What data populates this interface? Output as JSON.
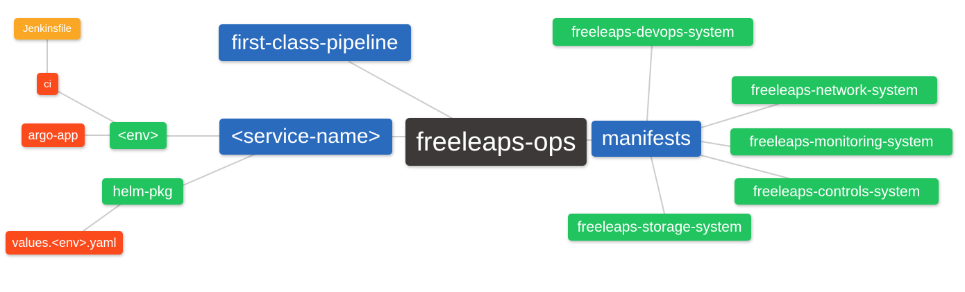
{
  "diagram": {
    "type": "mindmap",
    "root": "freeleaps-ops"
  },
  "colors": {
    "blue": "#2A6BBE",
    "green": "#21C45F",
    "red": "#FB4B1D",
    "amber": "#F9A724",
    "dark": "#3D3939",
    "edge": "#CCCCCC",
    "text": "#FFFFFF",
    "background": "#FFFFFF"
  },
  "nodes": {
    "freeleaps_ops": {
      "label": "freeleaps-ops"
    },
    "first_class_pipeline": {
      "label": "first-class-pipeline"
    },
    "service_name": {
      "label": "<service-name>"
    },
    "manifests": {
      "label": "manifests"
    },
    "env": {
      "label": "<env>"
    },
    "helm_pkg": {
      "label": "helm-pkg"
    },
    "ci": {
      "label": "ci"
    },
    "argo_app": {
      "label": "argo-app"
    },
    "jenkinsfile": {
      "label": "Jenkinsfile"
    },
    "values_env_yaml": {
      "label": "values.<env>.yaml"
    },
    "devops_system": {
      "label": "freeleaps-devops-system"
    },
    "network_system": {
      "label": "freeleaps-network-system"
    },
    "monitoring_system": {
      "label": "freeleaps-monitoring-system"
    },
    "controls_system": {
      "label": "freeleaps-controls-system"
    },
    "storage_system": {
      "label": "freeleaps-storage-system"
    }
  },
  "edges": [
    {
      "from": "ci",
      "to": "jenkinsfile"
    },
    {
      "from": "env",
      "to": "ci"
    },
    {
      "from": "env",
      "to": "argo_app"
    },
    {
      "from": "service_name",
      "to": "env"
    },
    {
      "from": "service_name",
      "to": "helm_pkg"
    },
    {
      "from": "helm_pkg",
      "to": "values_env_yaml"
    },
    {
      "from": "freeleaps_ops",
      "to": "first_class_pipeline"
    },
    {
      "from": "freeleaps_ops",
      "to": "service_name"
    },
    {
      "from": "freeleaps_ops",
      "to": "manifests"
    },
    {
      "from": "manifests",
      "to": "devops_system"
    },
    {
      "from": "manifests",
      "to": "network_system"
    },
    {
      "from": "manifests",
      "to": "monitoring_system"
    },
    {
      "from": "manifests",
      "to": "controls_system"
    },
    {
      "from": "manifests",
      "to": "storage_system"
    }
  ]
}
